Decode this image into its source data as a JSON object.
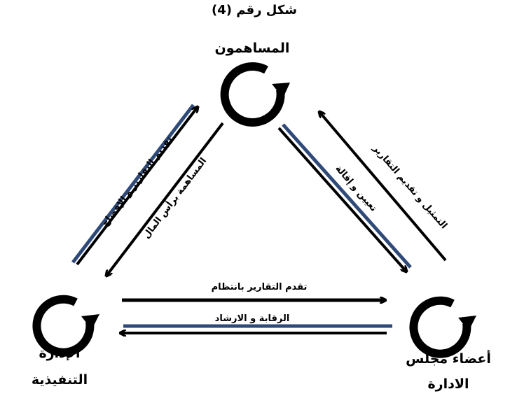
{
  "figure": {
    "title": "شكل رقم (4)"
  },
  "nodes": {
    "shareholders": "المساهمون",
    "board_line1": "أعضاء مجلس",
    "board_line2": "الادارة",
    "management_line1": "الإدارة",
    "management_line2": "التنفيذية"
  },
  "edges": {
    "mgmt_to_shareholders": "تقديم التقارير و الإفصاح",
    "shareholders_to_mgmt": "المساهمة برأس المال",
    "shareholders_to_board": "تعيين و إقالة",
    "board_to_shareholders": "التمثيل و تقديم التقارير",
    "mgmt_to_board": "تقدم التقارير بانتظام",
    "board_to_mgmt": "الرقابة و الارشاد"
  },
  "colors": {
    "arrow": "#000000",
    "accent": "#2f4a78",
    "text": "#000000",
    "background": "#ffffff"
  },
  "icons": {
    "node_symbol": "circular-arrow-icon"
  }
}
